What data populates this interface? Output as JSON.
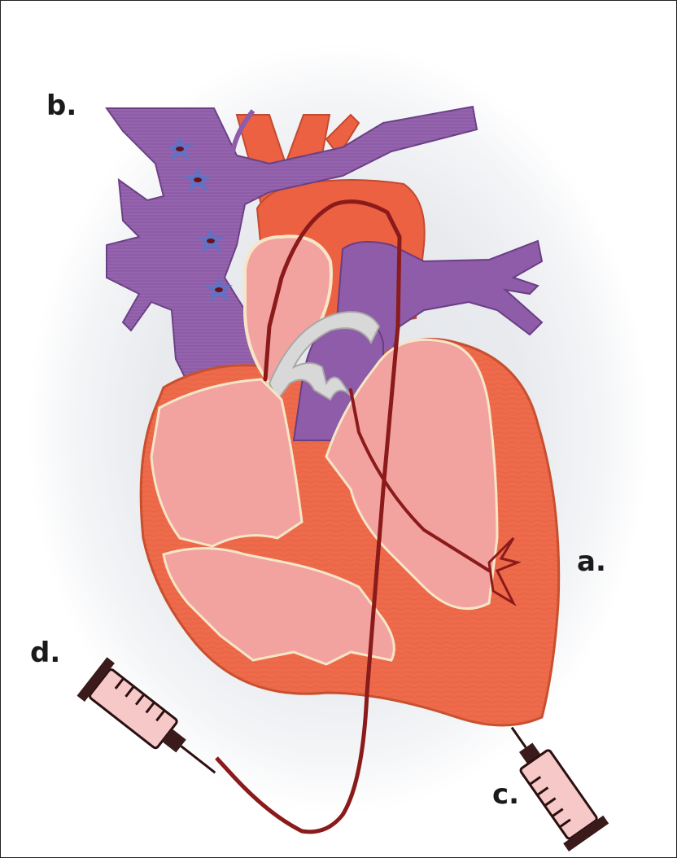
{
  "labels": {
    "a": "a.",
    "b": "b.",
    "c": "c.",
    "d": "d."
  },
  "colors": {
    "heart_wall": "#ee6a4a",
    "chamber": "#f2a3a0",
    "vessel_purple": "#8e5ca8",
    "valve_silver": "#d8d8d8",
    "catheter": "#8b1a1a",
    "syringe_fill": "#f6c8c8",
    "cell_blue": "#5a74c8"
  },
  "icons": [
    "syringe-icon",
    "stem-cell-icon",
    "catheter-tip-icon"
  ]
}
